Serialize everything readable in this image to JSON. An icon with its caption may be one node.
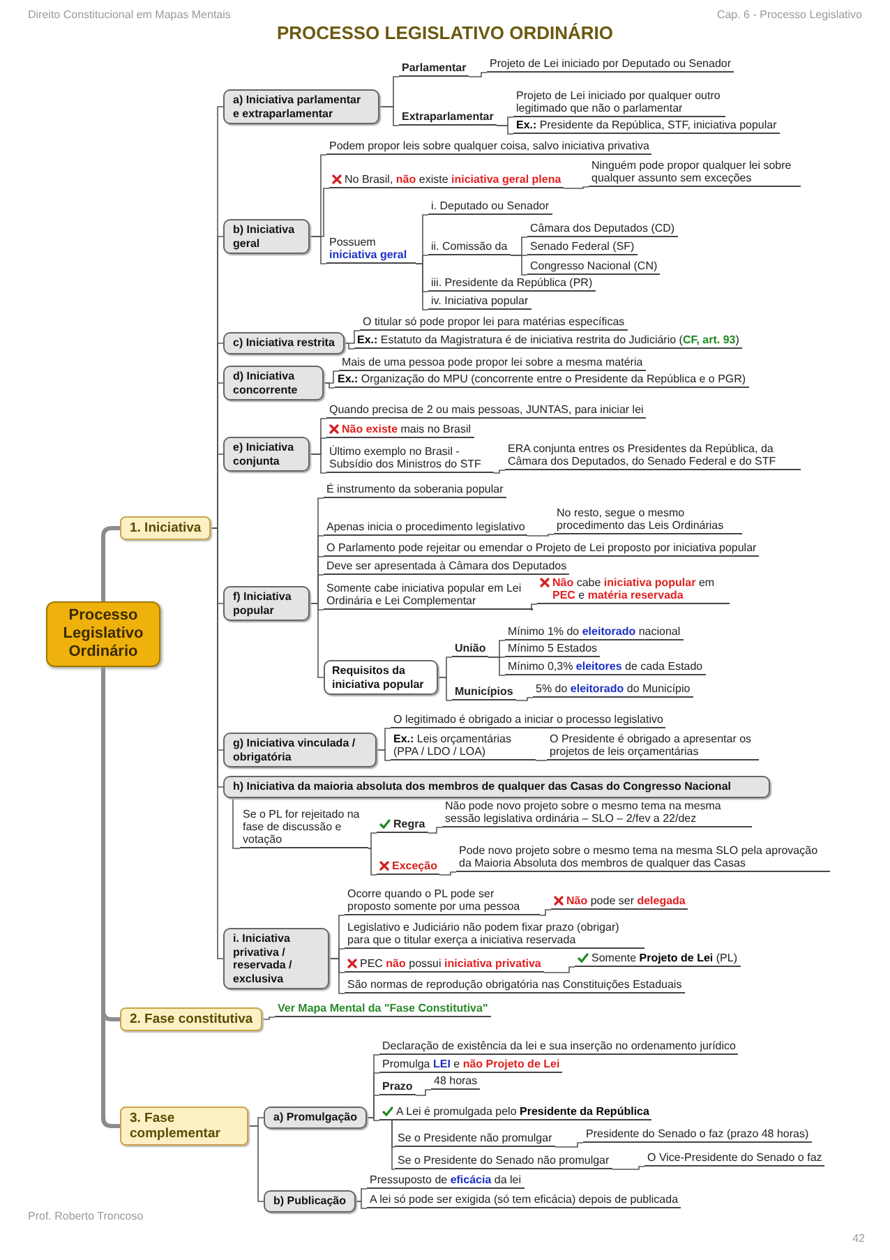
{
  "diagram": {
    "title": "PROCESSO LEGISLATIVO ORDINÁRIO",
    "nodes": [
      {
        "text": [
          "Processo Legislativo Ordinário"
        ]
      },
      {
        "text": [
          "1. Iniciativa"
        ]
      },
      {
        "text": [
          "a) Iniciativa parlamentar e extraparlamentar"
        ]
      },
      {
        "text": [
          "Parlamentar"
        ]
      },
      {
        "text": [
          "Projeto de Lei iniciado por Deputado ou Senador"
        ]
      },
      {
        "text": [
          "Extraparlamentar"
        ]
      },
      {
        "text": [
          "Projeto de Lei iniciado por qualquer outro legitimado que não o parlamentar"
        ]
      },
      {
        "text": [
          "**Ex.:** Presidente da República, STF, iniciativa popular"
        ]
      },
      {
        "text": [
          "b) Iniciativa geral"
        ]
      },
      {
        "text": [
          "Podem propor leis sobre qualquer coisa, salvo iniciativa privativa"
        ]
      },
      {
        "text": [
          "No Brasil, **não** existe **iniciativa geral plena**"
        ]
      },
      {
        "text": [
          "Ninguém pode propor qualquer lei sobre qualquer assunto sem exceções"
        ]
      },
      {
        "text": [
          "Possuem **iniciativa geral**"
        ]
      },
      {
        "text": [
          "i. Deputado ou Senador"
        ]
      },
      {
        "text": [
          "ii. Comissão da"
        ]
      },
      {
        "text": [
          "Câmara dos Deputados (CD)"
        ]
      },
      {
        "text": [
          "Senado Federal (SF)"
        ]
      },
      {
        "text": [
          "Congresso Nacional (CN)"
        ]
      },
      {
        "text": [
          "iii. Presidente da República (PR)"
        ]
      },
      {
        "text": [
          "iv. Iniciativa popular"
        ]
      },
      {
        "text": [
          "c) Iniciativa restrita"
        ]
      },
      {
        "text": [
          "O titular só pode propor lei para matérias específicas"
        ]
      },
      {
        "text": [
          "**Ex.:** Estatuto da Magistratura é de iniciativa restrita do Judiciário (**CF, art. 93**)"
        ]
      },
      {
        "text": [
          "d) Iniciativa concorrente"
        ]
      },
      {
        "text": [
          "Mais de uma pessoa pode propor lei sobre a mesma matéria"
        ]
      },
      {
        "text": [
          "**Ex.:** Organização do MPU (concorrente entre o Presidente da República e o PGR)"
        ]
      },
      {
        "text": [
          "e) Iniciativa conjunta"
        ]
      },
      {
        "text": [
          "Quando precisa de 2 ou mais pessoas, JUNTAS, para iniciar lei"
        ]
      },
      {
        "text": [
          "**Não existe** mais no Brasil"
        ]
      },
      {
        "text": [
          "Último exemplo no Brasil - Subsídio dos Ministros do STF"
        ]
      },
      {
        "text": [
          "ERA conjunta entres os Presidentes da República, da Câmara dos Deputados, do Senado Federal e do STF"
        ]
      },
      {
        "text": [
          "f) Iniciativa popular"
        ]
      },
      {
        "text": [
          "É instrumento da soberania popular"
        ]
      },
      {
        "text": [
          "Apenas inicia o procedimento legislativo"
        ]
      },
      {
        "text": [
          "No resto, segue o mesmo procedimento das Leis Ordinárias"
        ]
      },
      {
        "text": [
          "O Parlamento pode rejeitar ou emendar o Projeto de Lei proposto por iniciativa popular"
        ]
      },
      {
        "text": [
          "Deve ser apresentada à Câmara dos Deputados"
        ]
      },
      {
        "text": [
          "Somente cabe iniciativa popular em Lei Ordinária e Lei Complementar"
        ]
      },
      {
        "text": [
          "**Não** cabe **iniciativa popular** em **PEC** e **matéria reservada**"
        ]
      },
      {
        "text": [
          "Requisitos da iniciativa popular"
        ]
      },
      {
        "text": [
          "União"
        ]
      },
      {
        "text": [
          "Mínimo 1% do **eleitorado** nacional"
        ]
      },
      {
        "text": [
          "Mínimo 5 Estados"
        ]
      },
      {
        "text": [
          "Mínimo 0,3% **eleitores** de cada Estado"
        ]
      },
      {
        "text": [
          "Municípios"
        ]
      },
      {
        "text": [
          "5% do **eleitorado** do Município"
        ]
      },
      {
        "text": [
          "g) Iniciativa vinculada / obrigatória"
        ]
      },
      {
        "text": [
          "O legitimado é obrigado a iniciar o processo legislativo"
        ]
      },
      {
        "text": [
          "**Ex.:** Leis orçamentárias (PPA / LDO / LOA)"
        ]
      },
      {
        "text": [
          "O Presidente é obrigado a apresentar os projetos de leis orçamentárias"
        ]
      },
      {
        "text": [
          "h) Iniciativa da maioria absoluta dos membros de qualquer das Casas do Congresso Nacional"
        ]
      },
      {
        "text": [
          "Se o PL for rejeitado na fase de discussão e votação"
        ]
      },
      {
        "text": [
          "Regra"
        ]
      },
      {
        "text": [
          "Não pode novo projeto sobre o mesmo tema na mesma sessão legislativa ordinária – SLO – 2/fev a 22/dez"
        ]
      },
      {
        "text": [
          "Exceção"
        ]
      },
      {
        "text": [
          "Pode novo projeto sobre o mesmo tema na mesma SLO pela aprovação da Maioria Absoluta dos membros de qualquer das Casas"
        ]
      },
      {
        "text": [
          "i. Iniciativa privativa / reservada / exclusiva"
        ]
      },
      {
        "text": [
          "Ocorre quando o PL pode ser proposto somente por uma pessoa"
        ]
      },
      {
        "text": [
          "**Não** pode ser **delegada**"
        ]
      },
      {
        "text": [
          "Legislativo e Judiciário não podem fixar prazo (obrigar) para que o titular exerça a iniciativa reservada"
        ]
      },
      {
        "text": [
          "PEC **não** possui **iniciativa privativa**"
        ]
      },
      {
        "text": [
          "Somente **Projeto de Lei** (PL)"
        ]
      },
      {
        "text": [
          "São normas de reprodução obrigatória nas Constituições Estaduais"
        ]
      },
      {
        "text": [
          "2. Fase constitutiva"
        ]
      },
      {
        "text": [
          "Ver Mapa Mental da \"Fase Constitutiva\""
        ]
      },
      {
        "text": [
          "3. Fase complementar"
        ]
      },
      {
        "text": [
          "a) Promulgação"
        ]
      },
      {
        "text": [
          "Declaração de existência da lei e sua inserção no ordenamento jurídico"
        ]
      },
      {
        "text": [
          "Promulga **LEI** e **não Projeto de Lei**"
        ]
      },
      {
        "text": [
          "Prazo"
        ]
      },
      {
        "text": [
          "48 horas"
        ]
      },
      {
        "text": [
          "A Lei é promulgada pelo **Presidente da República**"
        ]
      },
      {
        "text": [
          "Se o Presidente não promulgar"
        ]
      },
      {
        "text": [
          "Presidente do Senado o faz  (prazo 48 horas)"
        ]
      },
      {
        "text": [
          "Se o Presidente do Senado não promulgar"
        ]
      },
      {
        "text": [
          "O Vice-Presidente do Senado o faz"
        ]
      },
      {
        "text": [
          "b) Publicação"
        ]
      },
      {
        "text": [
          "Pressuposto de **eficácia** da lei"
        ]
      },
      {
        "text": [
          "A lei só pode ser exigida (só tem eficácia) depois de publicada"
        ]
      }
    ],
    "edges": [
      {
        "from": 0,
        "to": 1,
        "arrow": "none",
        "style": "thick",
        "color": "#8c8c8c"
      },
      {
        "from": 0,
        "to": 63,
        "arrow": "none",
        "style": "thick",
        "color": "#8c8c8c"
      },
      {
        "from": 0,
        "to": 65,
        "arrow": "none",
        "style": "thick",
        "color": "#8c8c8c"
      },
      {
        "from": 1,
        "to": 2,
        "arrow": "none"
      },
      {
        "from": 1,
        "to": 8,
        "arrow": "none"
      },
      {
        "from": 1,
        "to": 20,
        "arrow": "none"
      },
      {
        "from": 1,
        "to": 23,
        "arrow": "none"
      },
      {
        "from": 1,
        "to": 26,
        "arrow": "none"
      },
      {
        "from": 1,
        "to": 31,
        "arrow": "none"
      },
      {
        "from": 1,
        "to": 46,
        "arrow": "none"
      },
      {
        "from": 1,
        "to": 50,
        "arrow": "none"
      },
      {
        "from": 1,
        "to": 56,
        "arrow": "none"
      },
      {
        "from": 2,
        "to": 3,
        "arrow": "none"
      },
      {
        "from": 2,
        "to": 5,
        "arrow": "none"
      },
      {
        "from": 3,
        "to": 4,
        "arrow": "none"
      },
      {
        "from": 5,
        "to": 6,
        "arrow": "none"
      },
      {
        "from": 5,
        "to": 7,
        "arrow": "none"
      },
      {
        "from": 8,
        "to": 9,
        "arrow": "none"
      },
      {
        "from": 8,
        "to": 10,
        "arrow": "none"
      },
      {
        "from": 8,
        "to": 12,
        "arrow": "none"
      },
      {
        "from": 10,
        "to": 11,
        "arrow": "none"
      },
      {
        "from": 12,
        "to": 13,
        "arrow": "none"
      },
      {
        "from": 12,
        "to": 14,
        "arrow": "none"
      },
      {
        "from": 12,
        "to": 18,
        "arrow": "none"
      },
      {
        "from": 12,
        "to": 19,
        "arrow": "none"
      },
      {
        "from": 14,
        "to": 15,
        "arrow": "none"
      },
      {
        "from": 14,
        "to": 16,
        "arrow": "none"
      },
      {
        "from": 14,
        "to": 17,
        "arrow": "none"
      },
      {
        "from": 20,
        "to": 21,
        "arrow": "none"
      },
      {
        "from": 20,
        "to": 22,
        "arrow": "none"
      },
      {
        "from": 23,
        "to": 24,
        "arrow": "none"
      },
      {
        "from": 23,
        "to": 25,
        "arrow": "none"
      },
      {
        "from": 26,
        "to": 27,
        "arrow": "none"
      },
      {
        "from": 26,
        "to": 28,
        "arrow": "none"
      },
      {
        "from": 26,
        "to": 29,
        "arrow": "none"
      },
      {
        "from": 29,
        "to": 30,
        "arrow": "none"
      },
      {
        "from": 31,
        "to": 32,
        "arrow": "none"
      },
      {
        "from": 31,
        "to": 33,
        "arrow": "none"
      },
      {
        "from": 31,
        "to": 35,
        "arrow": "none"
      },
      {
        "from": 31,
        "to": 36,
        "arrow": "none"
      },
      {
        "from": 31,
        "to": 37,
        "arrow": "none"
      },
      {
        "from": 31,
        "to": 39,
        "arrow": "none"
      },
      {
        "from": 33,
        "to": 34,
        "arrow": "none"
      },
      {
        "from": 37,
        "to": 38,
        "arrow": "none"
      },
      {
        "from": 39,
        "to": 40,
        "arrow": "none"
      },
      {
        "from": 39,
        "to": 44,
        "arrow": "none"
      },
      {
        "from": 40,
        "to": 41,
        "arrow": "none"
      },
      {
        "from": 40,
        "to": 42,
        "arrow": "none"
      },
      {
        "from": 40,
        "to": 43,
        "arrow": "none"
      },
      {
        "from": 44,
        "to": 45,
        "arrow": "none"
      },
      {
        "from": 46,
        "to": 47,
        "arrow": "none"
      },
      {
        "from": 46,
        "to": 48,
        "arrow": "none"
      },
      {
        "from": 48,
        "to": 49,
        "arrow": "none"
      },
      {
        "from": 50,
        "to": 51,
        "arrow": "none"
      },
      {
        "from": 51,
        "to": 52,
        "arrow": "none"
      },
      {
        "from": 51,
        "to": 54,
        "arrow": "none"
      },
      {
        "from": 52,
        "to": 53,
        "arrow": "none"
      },
      {
        "from": 54,
        "to": 55,
        "arrow": "none"
      },
      {
        "from": 56,
        "to": 57,
        "arrow": "none"
      },
      {
        "from": 56,
        "to": 59,
        "arrow": "none"
      },
      {
        "from": 56,
        "to": 60,
        "arrow": "none"
      },
      {
        "from": 56,
        "to": 62,
        "arrow": "none"
      },
      {
        "from": 57,
        "to": 58,
        "arrow": "none"
      },
      {
        "from": 60,
        "to": 61,
        "arrow": "none"
      },
      {
        "from": 63,
        "to": 64,
        "arrow": "none"
      },
      {
        "from": 65,
        "to": 66,
        "arrow": "none"
      },
      {
        "from": 65,
        "to": 76,
        "arrow": "none"
      },
      {
        "from": 66,
        "to": 67,
        "arrow": "none"
      },
      {
        "from": 66,
        "to": 68,
        "arrow": "none"
      },
      {
        "from": 66,
        "to": 69,
        "arrow": "none"
      },
      {
        "from": 66,
        "to": 71,
        "arrow": "none"
      },
      {
        "from": 69,
        "to": 70,
        "arrow": "none"
      },
      {
        "from": 71,
        "to": 72,
        "arrow": "none"
      },
      {
        "from": 71,
        "to": 74,
        "arrow": "none"
      },
      {
        "from": 72,
        "to": 73,
        "arrow": "none"
      },
      {
        "from": 74,
        "to": 75,
        "arrow": "none"
      },
      {
        "from": 76,
        "to": 77,
        "arrow": "none"
      },
      {
        "from": 76,
        "to": 78,
        "arrow": "none"
      }
    ],
    "labels": [
      "Direito Constitucional em Mapas Mentais",
      "Cap. 6 - Processo Legislativo",
      "Prof. Roberto Troncoso",
      "42"
    ]
  }
}
